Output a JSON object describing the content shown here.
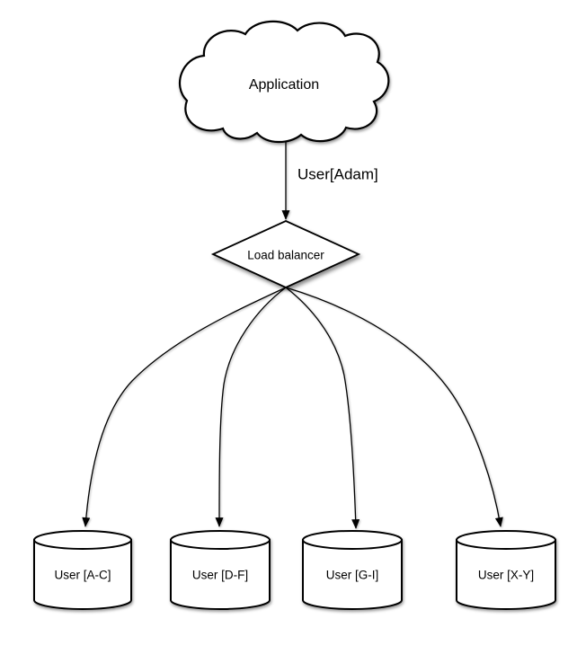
{
  "diagram": {
    "type": "sharding-architecture",
    "background": "#ffffff",
    "stroke_color": "#000000",
    "node_fill": "#ffffff",
    "text_color": "#000000",
    "nodes": {
      "application": {
        "label": "Application",
        "shape": "cloud"
      },
      "load_balancer": {
        "label": "Load balancer",
        "shape": "diamond"
      },
      "shards": [
        {
          "label": "User [A-C]",
          "shape": "cylinder"
        },
        {
          "label": "User [D-F]",
          "shape": "cylinder"
        },
        {
          "label": "User [G-I]",
          "shape": "cylinder"
        },
        {
          "label": "User [X-Y]",
          "shape": "cylinder"
        }
      ]
    },
    "edges": {
      "application_to_load_balancer": {
        "label": "User[Adam]",
        "style": "straight-arrow"
      },
      "load_balancer_to_shards": [
        {
          "target_label": "User [A-C]",
          "style": "curved-arrow"
        },
        {
          "target_label": "User [D-F]",
          "style": "curved-arrow"
        },
        {
          "target_label": "User [G-I]",
          "style": "curved-arrow"
        },
        {
          "target_label": "User [X-Y]",
          "style": "curved-arrow"
        }
      ]
    }
  }
}
